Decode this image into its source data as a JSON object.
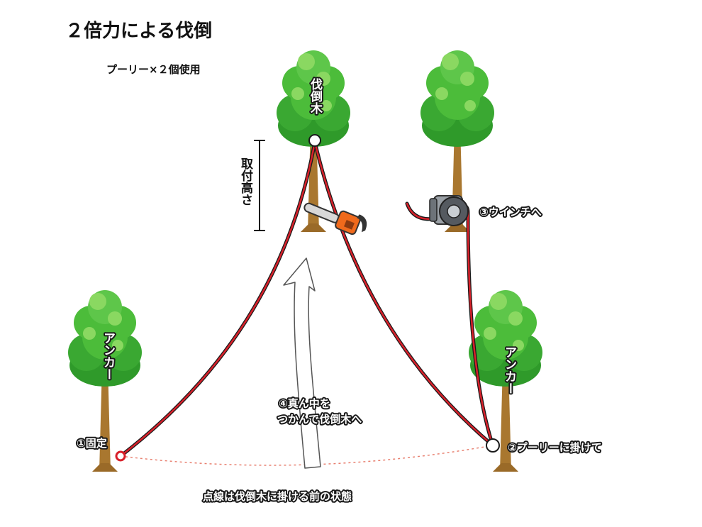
{
  "title": "２倍力による伐倒",
  "subtitle": "プーリー×２個使用",
  "labels": {
    "felling_tree": "伐倒木",
    "mount_height": "取付高さ",
    "anchor_left": "アンカー",
    "anchor_right": "アンカー",
    "step1": "①固定",
    "step2": "②プーリーに掛けて",
    "step3": "③ウインチへ",
    "step4_line1": "④真ん中を",
    "step4_line2": "つかんで伐倒木へ",
    "dotted_note": "点線は伐倒木に掛ける前の状態"
  },
  "colors": {
    "leaf_dark": "#2f9a2a",
    "leaf": "#4cbc3a",
    "leaf_light": "#8ad861",
    "trunk": "#a9772f",
    "rope": "#d8202a",
    "rope_outline": "#1a1a1a",
    "dotted_line": "#e88070",
    "chainsaw": "#f06a1c"
  }
}
